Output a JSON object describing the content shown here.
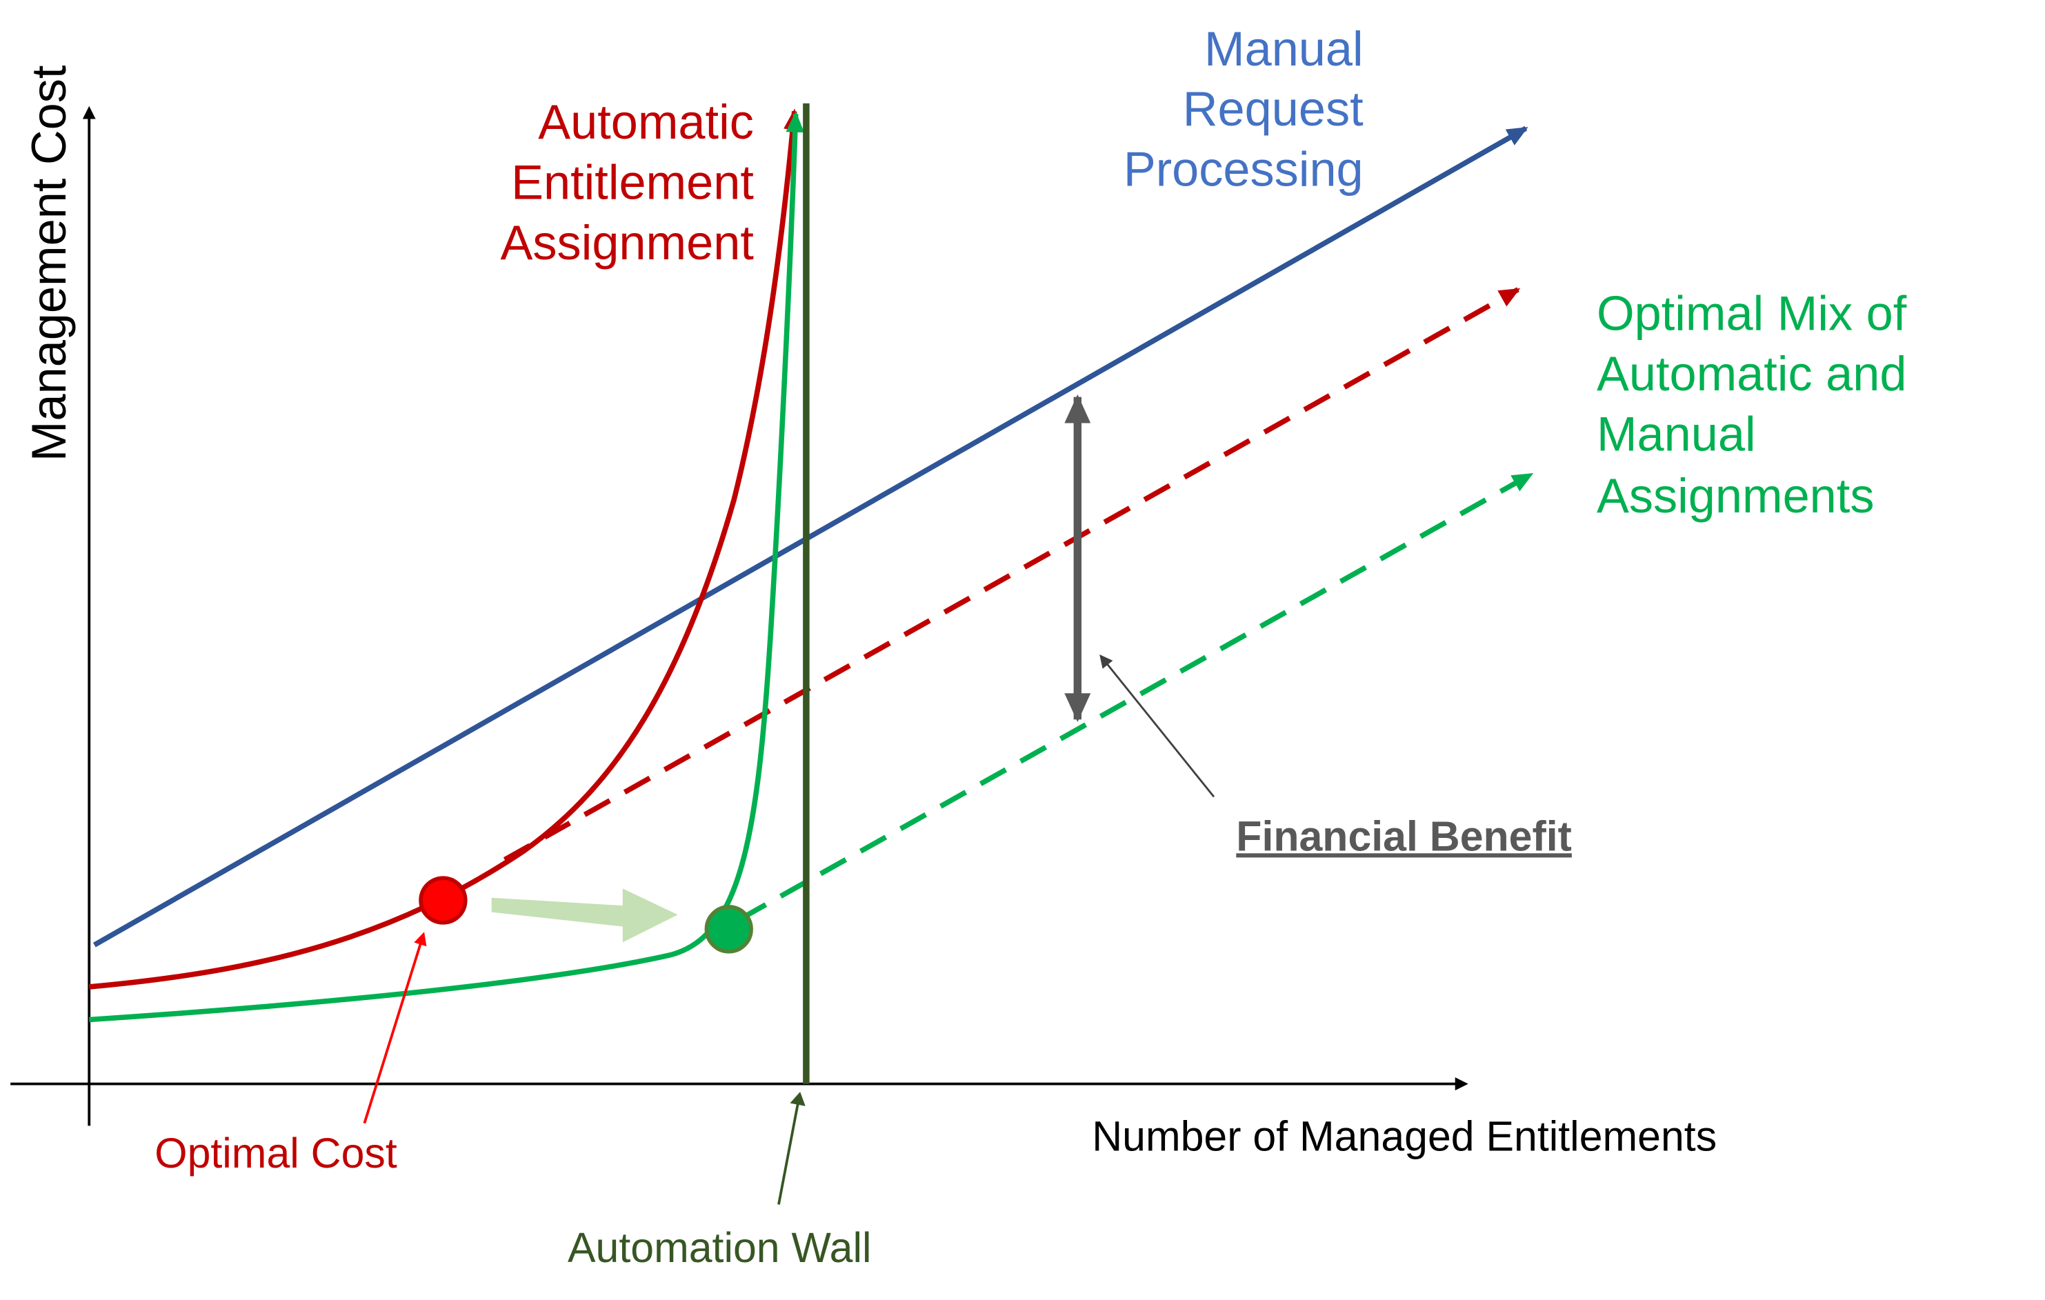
{
  "title": "",
  "axes": {
    "y_label": "Management Cost",
    "x_label": "Number of Managed Entitlements"
  },
  "series": {
    "manual": {
      "label_lines": [
        "Manual",
        "Request",
        "Processing"
      ],
      "color": "#2F5597"
    },
    "automatic": {
      "label_lines": [
        "Automatic",
        "Entitlement",
        "Assignment"
      ],
      "color": "#C00000"
    },
    "optimal_mix": {
      "label_lines": [
        "Optimal Mix of",
        "Automatic and",
        "Manual",
        "Assignments"
      ],
      "color": "#00B050"
    }
  },
  "annotations": {
    "financial_benefit": "Financial Benefit",
    "optimal_cost": "Optimal Cost",
    "automation_wall": "Automation Wall"
  },
  "colors": {
    "axis": "#000000",
    "wall": "#375623",
    "benefit_arrow": "#595959",
    "shift_arrow": "#C5E0B4",
    "optimal_point": "#FF0000",
    "mix_point": "#00B050"
  }
}
